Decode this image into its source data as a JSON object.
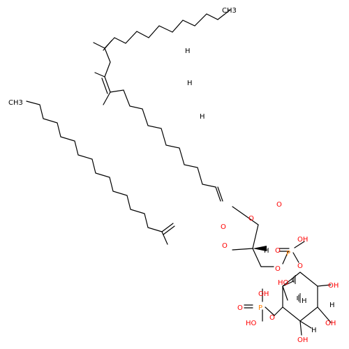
{
  "colors": {
    "carbon": "#000000",
    "oxygen": "#ff0000",
    "phosphorus": "#ff8000",
    "background": "#ffffff"
  },
  "labels": {
    "ch3": "CH3",
    "h": "H",
    "o": "O",
    "oh": "OH",
    "ho": "HO",
    "p": "P"
  }
}
